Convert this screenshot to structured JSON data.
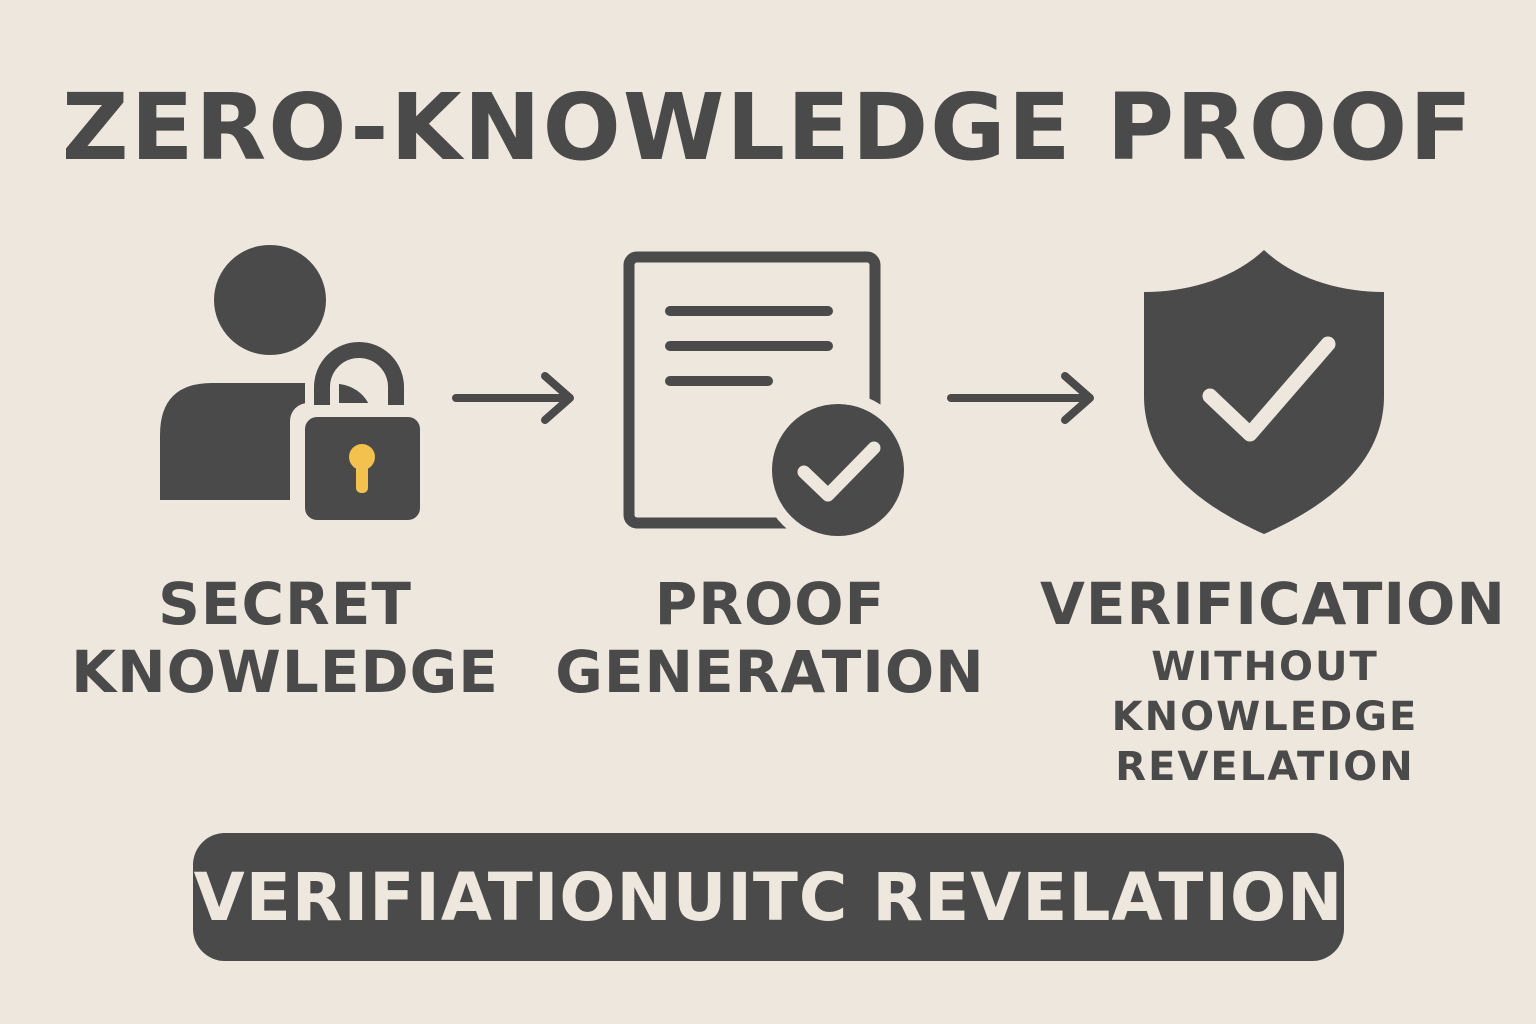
{
  "title": "ZERO-KNOWLEDGE PROOF",
  "colors": {
    "background": "#eee7de",
    "foreground": "#4a4a4a",
    "keyhole": "#f2c14e"
  },
  "steps": [
    {
      "icon": "user-with-padlock-icon",
      "lines": [
        "SECRET",
        "KNOWLEDGE"
      ]
    },
    {
      "icon": "document-with-checkmark-icon",
      "lines": [
        "PROOF",
        "GENERATION"
      ]
    },
    {
      "icon": "shield-checkmark-icon",
      "heading": "VERIFICATION",
      "sublines": [
        "WITHOUT",
        "KNOWLEDGE",
        "REVELATION"
      ]
    }
  ],
  "arrows": [
    "arrow-right-icon",
    "arrow-right-icon"
  ],
  "banner": {
    "text": "VERIFIATIONUITC REVELATION"
  }
}
